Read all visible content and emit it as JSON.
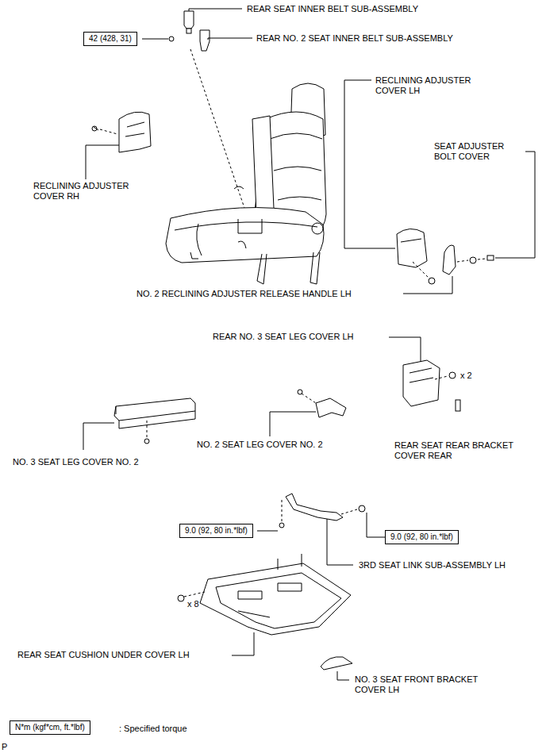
{
  "diagram": {
    "nodes": [
      {
        "text": [
          "42 (428, 31)"
        ]
      },
      {
        "text": [
          "9.0 (92, 80 in.*lbf)"
        ]
      },
      {
        "text": [
          "9.0 (92, 80 in.*lbf)"
        ]
      },
      {
        "text": [
          "N*m (kgf*cm, ft.*lbf)"
        ]
      }
    ],
    "labels": [
      "REAR SEAT INNER BELT SUB-ASSEMBLY",
      "REAR NO. 2 SEAT INNER BELT SUB-ASSEMBLY",
      "RECLINING ADJUSTER COVER LH",
      "SEAT ADJUSTER BOLT COVER",
      "RECLINING ADJUSTER COVER RH",
      "NO. 2 RECLINING ADJUSTER RELEASE HANDLE LH",
      "REAR NO. 3 SEAT LEG COVER LH",
      "x 2",
      "NO. 3 SEAT LEG COVER NO. 2",
      "NO. 2 SEAT LEG COVER NO. 2",
      "REAR SEAT REAR BRACKET COVER REAR",
      "3RD SEAT LINK SUB-ASSEMBLY LH",
      "x 8",
      "REAR SEAT CUSHION UNDER COVER LH",
      "NO. 3 SEAT FRONT BRACKET COVER LH",
      ": Specified torque",
      "P"
    ]
  }
}
